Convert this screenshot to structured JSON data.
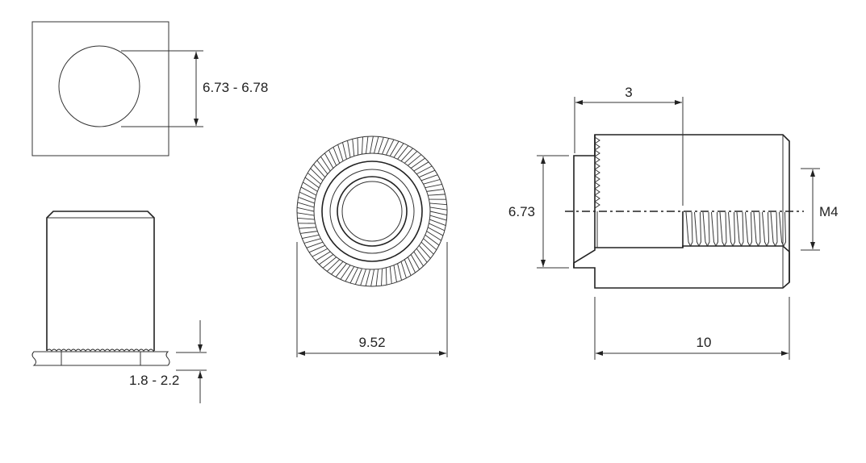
{
  "labels": {
    "hole_diameter": "6.73 - 6.78",
    "sheet_thickness": "1.8 - 2.2",
    "outer_diameter": "9.52",
    "flange_length": "3",
    "shank_diameter": "6.73",
    "thread": "M4",
    "length": "10"
  },
  "colors": {
    "sheet_fill": "#c8c8c8",
    "line": "#222222"
  }
}
